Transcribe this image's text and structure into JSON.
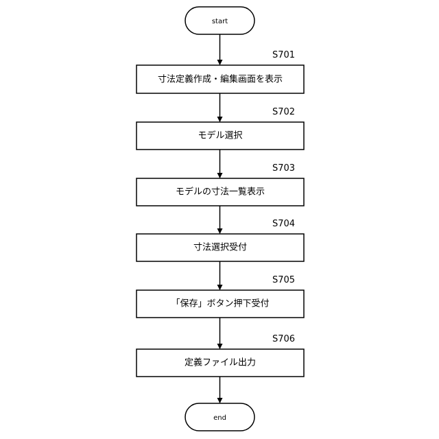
{
  "flowchart": {
    "start": "start",
    "end": "end",
    "steps": [
      {
        "id": "S701",
        "label": "寸法定義作成・編集画面を表示"
      },
      {
        "id": "S702",
        "label": "モデル選択"
      },
      {
        "id": "S703",
        "label": "モデルの寸法一覧表示"
      },
      {
        "id": "S704",
        "label": "寸法選択受付"
      },
      {
        "id": "S705",
        "label": "「保存」ボタン押下受付"
      },
      {
        "id": "S706",
        "label": "定義ファイル出力"
      }
    ]
  },
  "colors": {
    "stroke": "#000000",
    "fill": "#ffffff",
    "text": "#000000"
  }
}
